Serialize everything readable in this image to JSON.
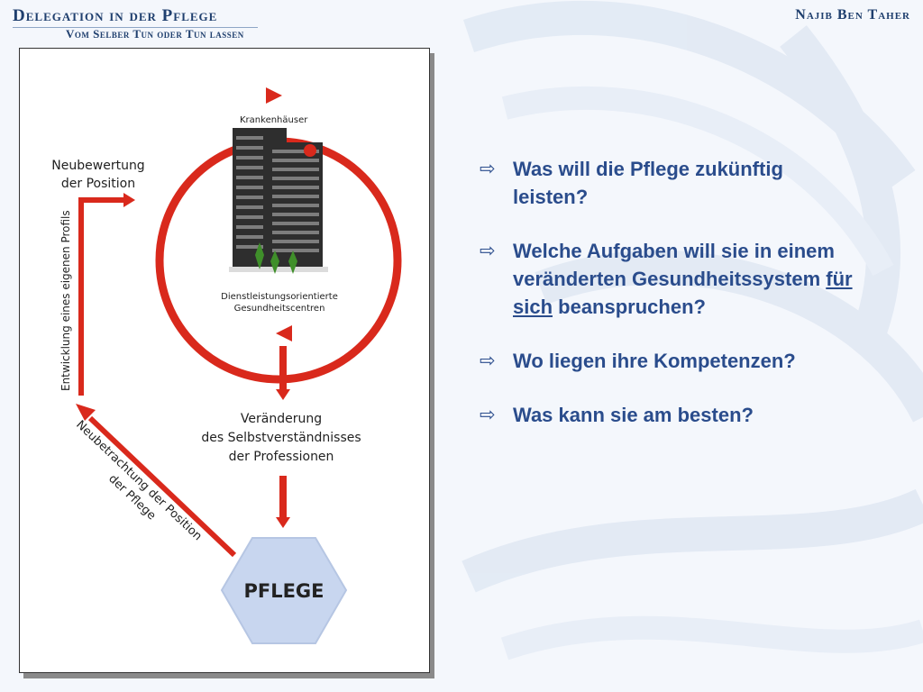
{
  "header": {
    "title": "Delegation in der Pflege",
    "subtitle": "Vom Selber Tun oder Tun lassen",
    "author": "Najib Ben Taher"
  },
  "diagram": {
    "krankenhaeuser": "Krankenhäuser",
    "dienstleistung_line1": "Dienstleistungsorientierte",
    "dienstleistung_line2": "Gesundheitscentren",
    "neubewertung_line1": "Neubewertung",
    "neubewertung_line2": "der Position",
    "entwicklung": "Entwicklung eines eigenen Profils",
    "veraenderung_line1": "Veränderung",
    "veraenderung_line2": "des Selbstverständnisses",
    "veraenderung_line3": "der Professionen",
    "neubetrachtung_line1": "Neubetrachtung der Position",
    "neubetrachtung_line2": "der Pflege",
    "pflege": "PFLEGE",
    "colors": {
      "arrow": "#d9291c",
      "hexagon": "#c8d6ef",
      "building": "#2e2e2e"
    }
  },
  "bullets": [
    {
      "icon": "arrow-right-outline-icon",
      "text": "Was will die Pflege zukünftig leisten?"
    },
    {
      "icon": "arrow-right-outline-icon",
      "text_before": "Welche Aufgaben will sie in einem veränderten Gesundheitssystem ",
      "text_underlined": "für sich",
      "text_after": " beanspruchen?"
    },
    {
      "icon": "arrow-right-outline-icon",
      "text": "Wo liegen ihre Kompetenzen?"
    },
    {
      "icon": "arrow-right-outline-icon",
      "text": "Was kann sie am besten?"
    }
  ],
  "theme": {
    "title_color": "#1f3f6e",
    "bullet_color": "#2a4c8c"
  }
}
